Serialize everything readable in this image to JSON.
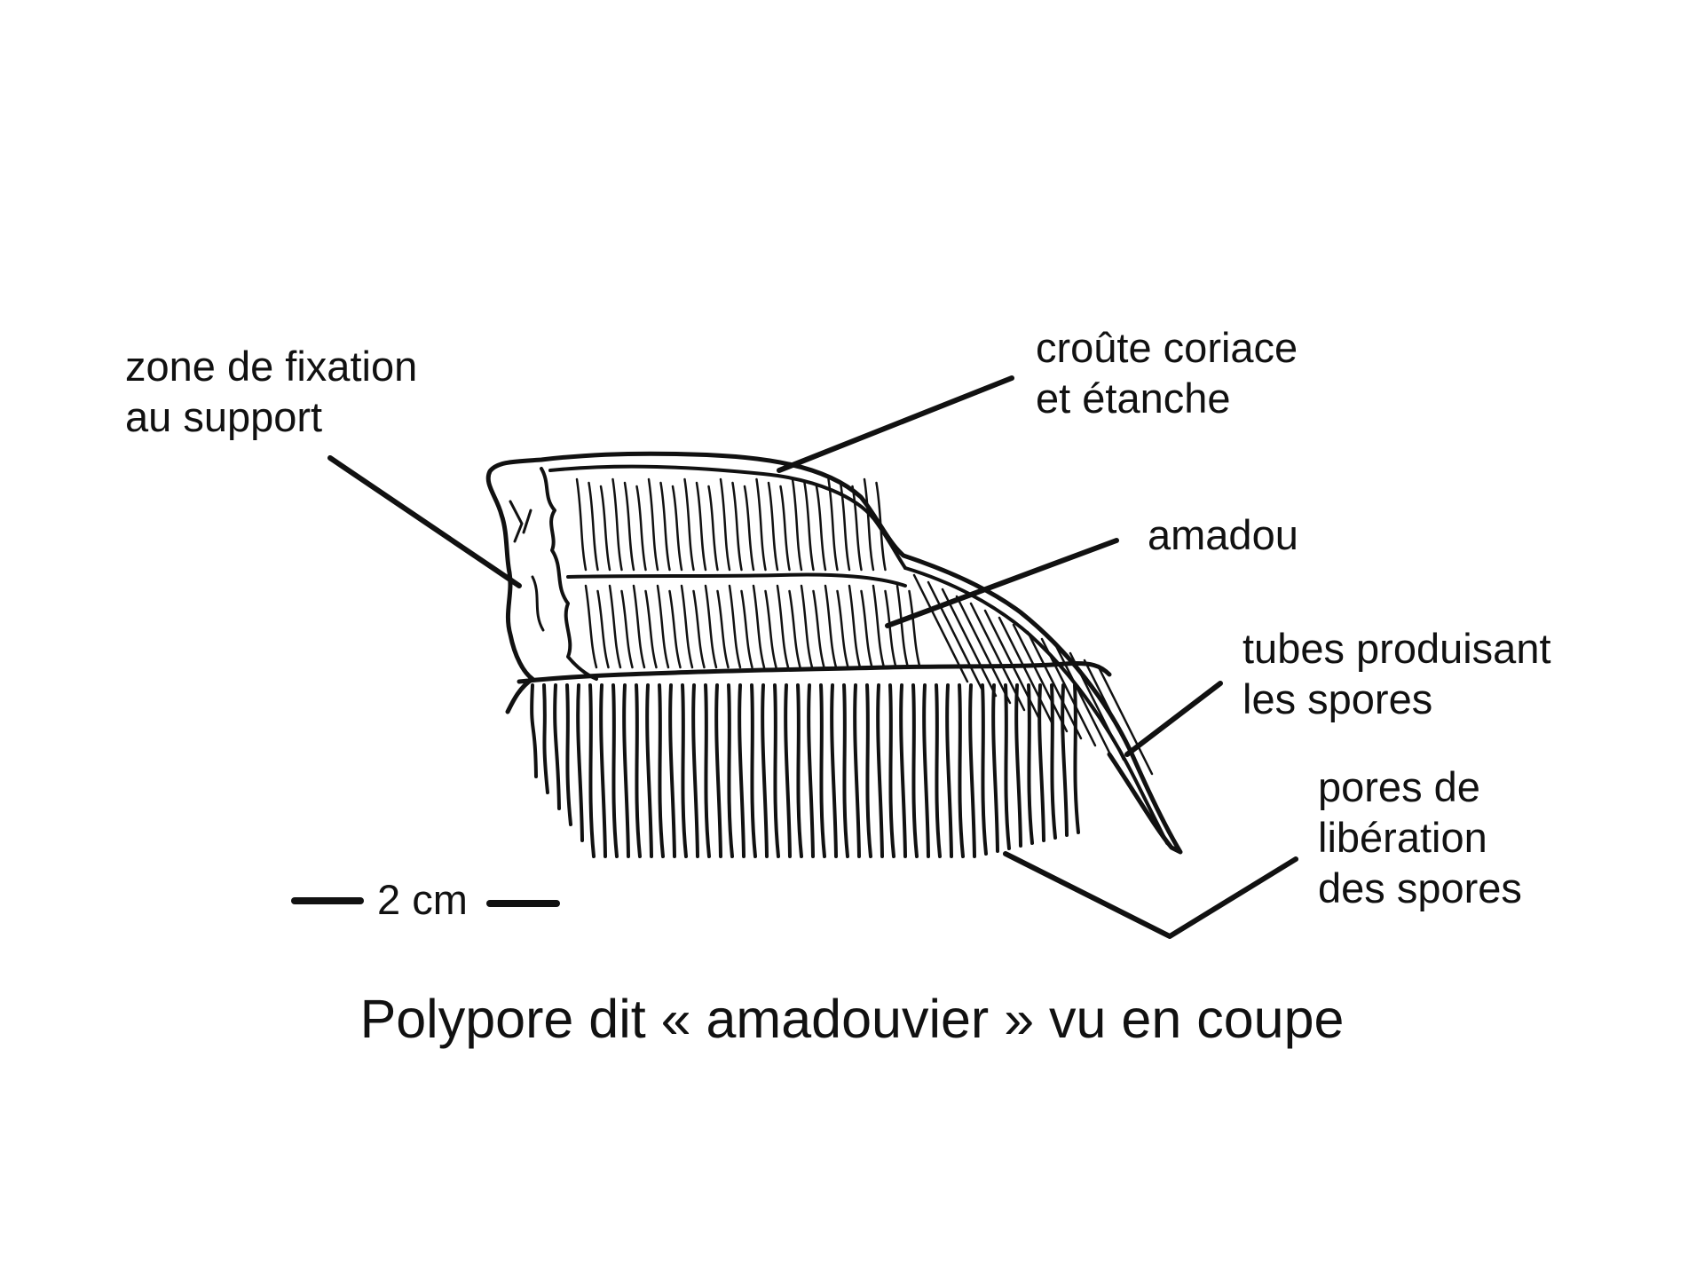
{
  "labels": {
    "fixation": "zone de fixation\nau support",
    "croute": "croûte coriace\net étanche",
    "amadou": "amadou",
    "tubes": "tubes produisant\nles spores",
    "pores": "pores de\nlibération\ndes spores"
  },
  "scale_bar": {
    "label": "2 cm"
  },
  "caption": "Polypore dit « amadouvier » vu en coupe",
  "colors": {
    "ink": "#111111",
    "background": "#ffffff"
  }
}
